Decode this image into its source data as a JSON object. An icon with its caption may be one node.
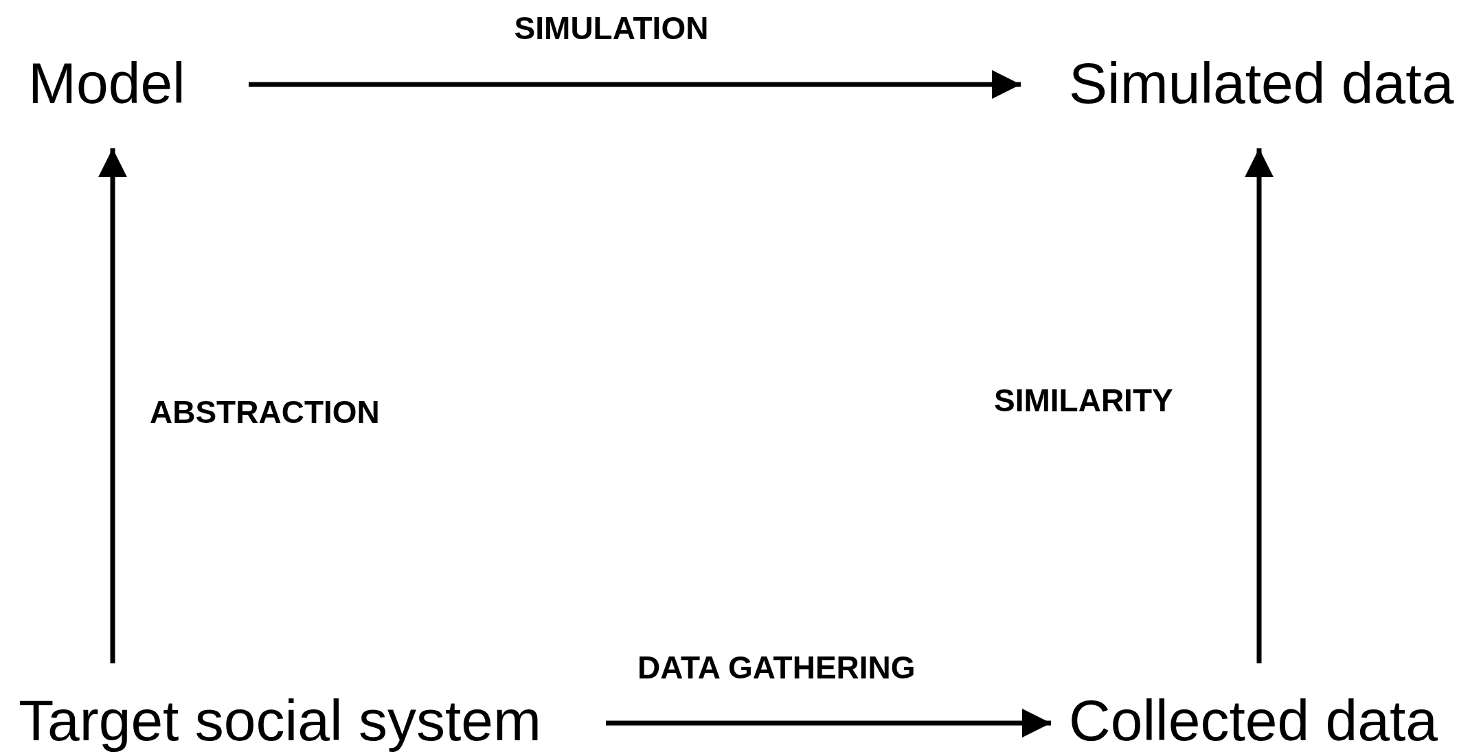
{
  "diagram": {
    "nodes": [
      {
        "text": [
          "Model"
        ]
      },
      {
        "text": [
          "Simulated data"
        ]
      },
      {
        "text": [
          "Target social system"
        ]
      },
      {
        "text": [
          "Collected data"
        ]
      }
    ],
    "edges": [
      {
        "from": 0,
        "to": 1,
        "arrow": "to",
        "label": "SIMULATION"
      },
      {
        "from": 2,
        "to": 0,
        "arrow": "to",
        "label": "ABSTRACTION"
      },
      {
        "from": 3,
        "to": 1,
        "arrow": "to",
        "label": "SIMILARITY"
      },
      {
        "from": 2,
        "to": 3,
        "arrow": "to",
        "label": "DATA GATHERING"
      }
    ]
  }
}
